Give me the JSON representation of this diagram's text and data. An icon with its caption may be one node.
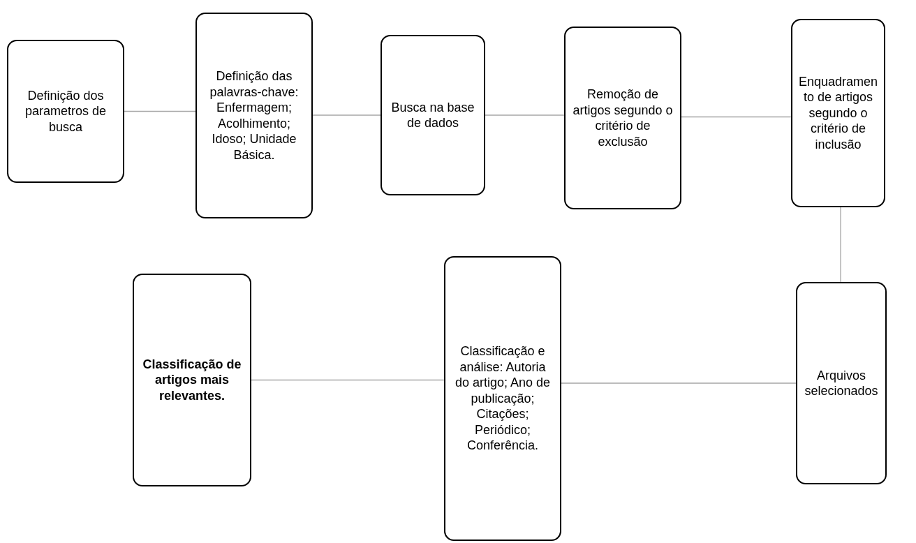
{
  "diagram": {
    "nodes": [
      {
        "text": [
          "Definição dos parametros de busca"
        ]
      },
      {
        "text": [
          "Definição das palavras-chave: Enfermagem; Acolhimento; Idoso; Unidade Básica."
        ]
      },
      {
        "text": [
          "Busca na base de dados"
        ]
      },
      {
        "text": [
          "Remoção de artigos segundo o critério de exclusão"
        ]
      },
      {
        "text": [
          "Enquadramento de artigos segundo o critério de inclusão"
        ]
      },
      {
        "text": [
          "Arquivos selecionados"
        ]
      },
      {
        "text": [
          "Classificação e análise: Autoria do artigo; Ano de publicação; Citações; Periódico; Conferência."
        ]
      },
      {
        "text": [
          "Classificação de artigos mais relevantes."
        ]
      }
    ],
    "edges": [
      {
        "from": 0,
        "to": 1,
        "arrow": "none"
      },
      {
        "from": 1,
        "to": 2,
        "arrow": "none"
      },
      {
        "from": 2,
        "to": 3,
        "arrow": "none"
      },
      {
        "from": 3,
        "to": 4,
        "arrow": "none"
      },
      {
        "from": 4,
        "to": 5,
        "arrow": "none"
      },
      {
        "from": 5,
        "to": 6,
        "arrow": "none"
      },
      {
        "from": 6,
        "to": 7,
        "arrow": "none"
      }
    ]
  }
}
